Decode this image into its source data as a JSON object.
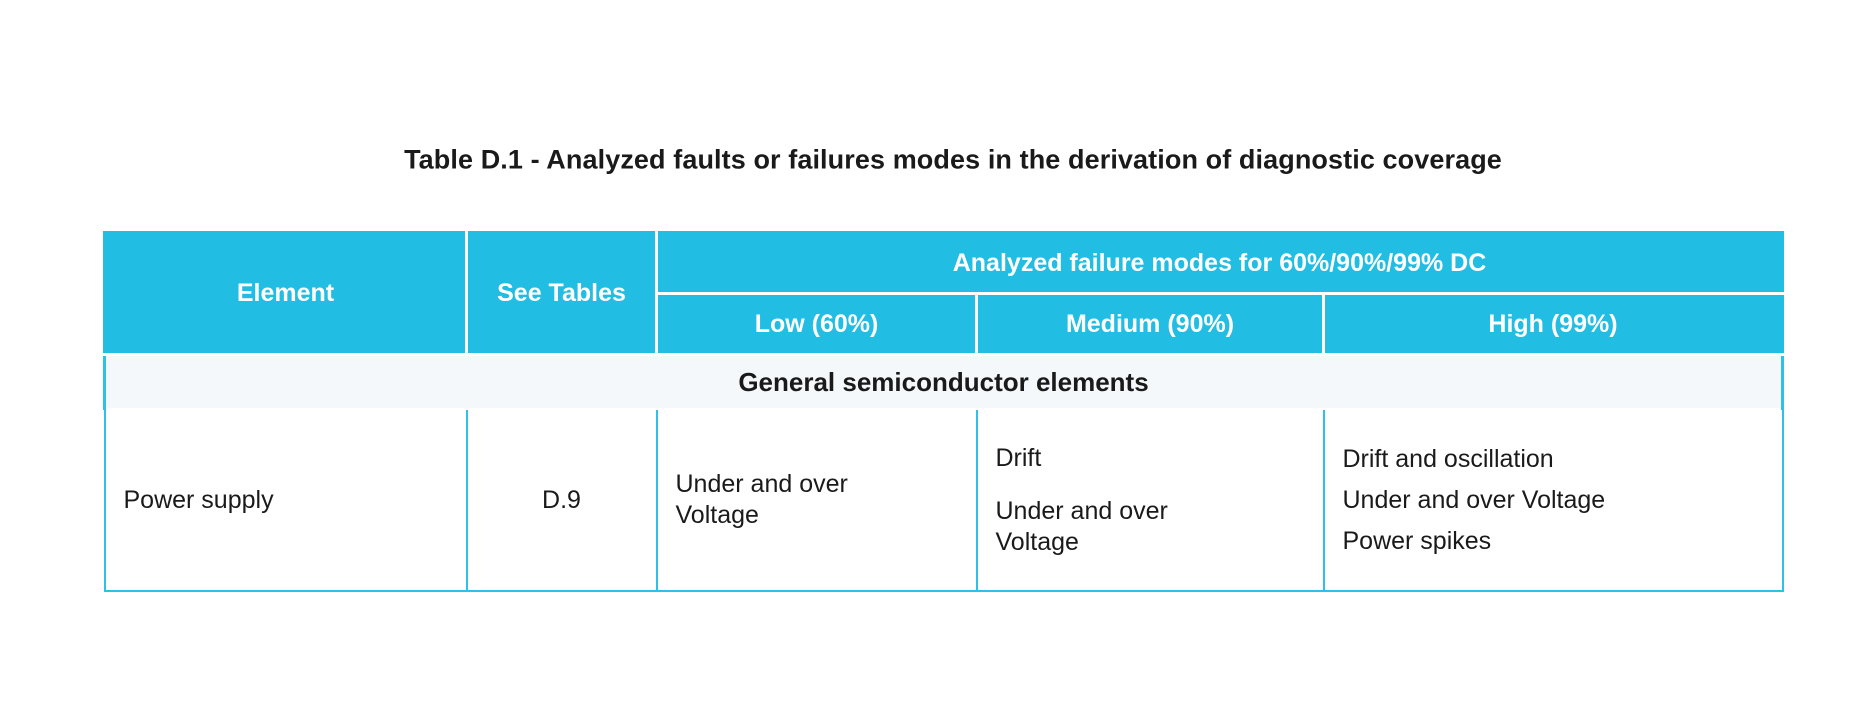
{
  "document": {
    "title": "Table D.1 - Analyzed faults or failures modes in the derivation of diagnostic coverage"
  },
  "colors": {
    "header_blue": "#22bde3",
    "border_blue": "#2ec0e8",
    "section_band": "#f4f8fb",
    "header_text": "#ffffff",
    "body_text": "#1a1a1a",
    "page_background": "#ffffff"
  },
  "table": {
    "headers": {
      "element": "Element",
      "see_tables": "See Tables",
      "analyzed_span": "Analyzed failure modes for 60%/90%/99% DC",
      "low": "Low (60%)",
      "medium": "Medium (90%)",
      "high": "High (99%)"
    },
    "sections": [
      {
        "section_label": "General semiconductor elements",
        "rows": [
          {
            "element": "Power supply",
            "see_tables": "D.9",
            "low": [
              "Under and over Voltage"
            ],
            "medium": [
              "Drift",
              "Under and over Voltage"
            ],
            "high": [
              "Drift and oscillation",
              "Under and over Voltage",
              "Power spikes"
            ]
          }
        ]
      }
    ]
  }
}
